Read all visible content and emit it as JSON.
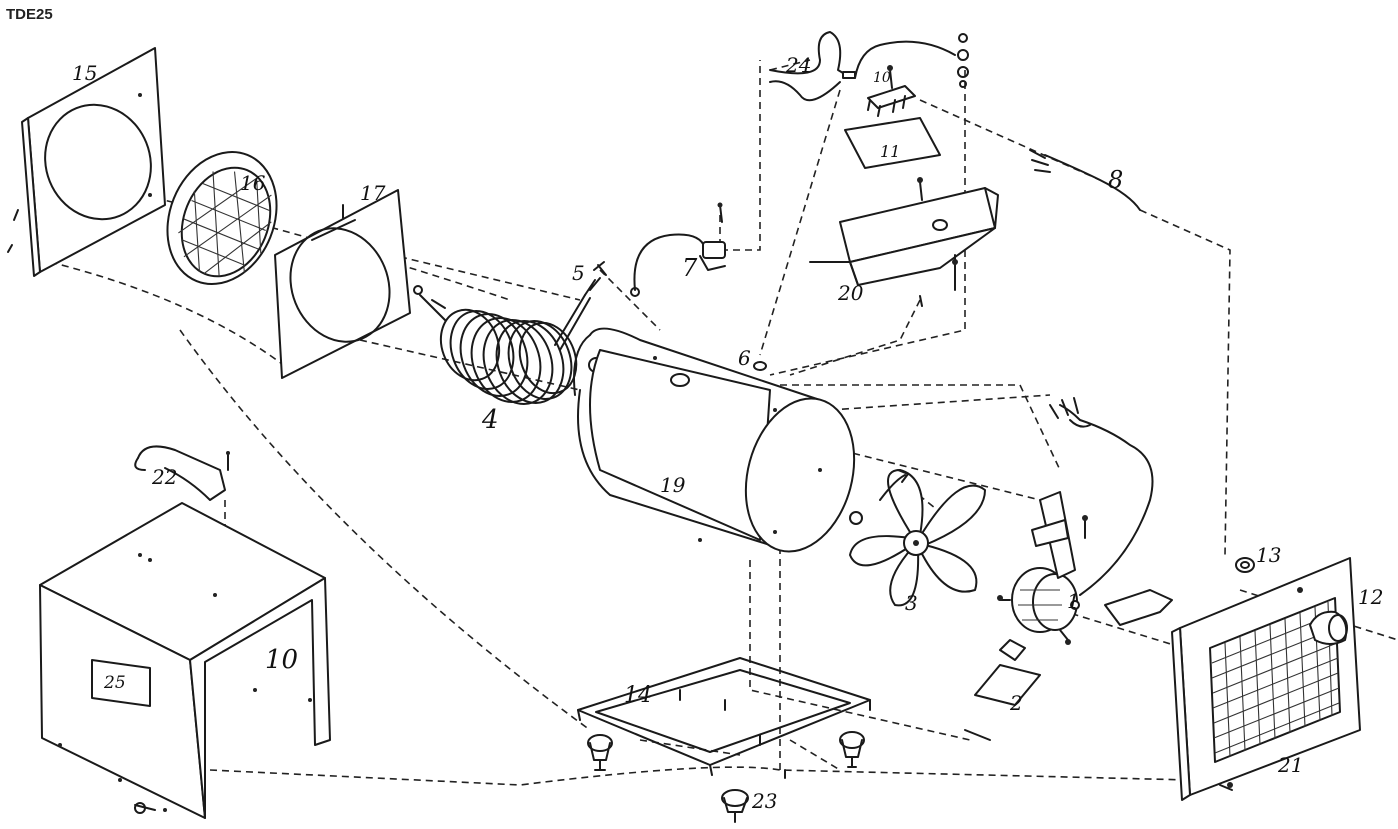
{
  "title": "TDE25",
  "labels": {
    "p1": "1",
    "p2": "2",
    "p3": "3",
    "p4": "4",
    "p5": "5",
    "p6": "6",
    "p7": "7",
    "p8": "8",
    "p10a": "10",
    "p10b": "10",
    "p11": "11",
    "p12": "12",
    "p13": "13",
    "p14": "14",
    "p15": "15",
    "p16": "16",
    "p17": "17",
    "p19": "19",
    "p20": "20",
    "p21": "21",
    "p22": "22",
    "p23": "23",
    "p24": "24",
    "p25": "25"
  }
}
